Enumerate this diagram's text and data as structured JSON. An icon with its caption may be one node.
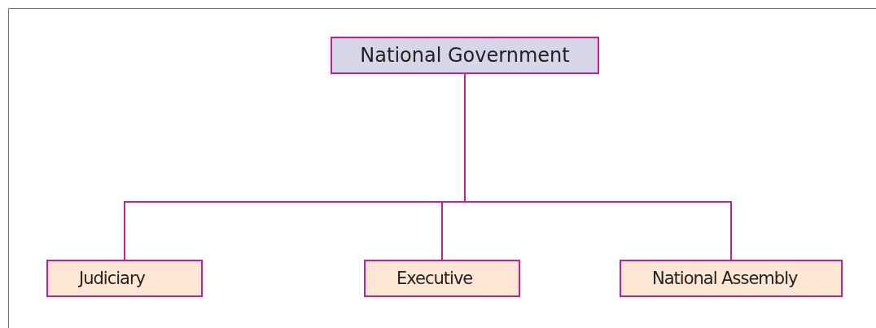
{
  "diagram": {
    "nodes": [
      {
        "text": [
          "National Government"
        ]
      },
      {
        "text": [
          "Judiciary"
        ]
      },
      {
        "text": [
          "Executive"
        ]
      },
      {
        "text": [
          "National Assembly"
        ]
      }
    ],
    "edges": [
      {
        "from": 0,
        "to": 1,
        "arrow": "none"
      },
      {
        "from": 0,
        "to": 2,
        "arrow": "none"
      },
      {
        "from": 0,
        "to": 3,
        "arrow": "none"
      }
    ]
  }
}
